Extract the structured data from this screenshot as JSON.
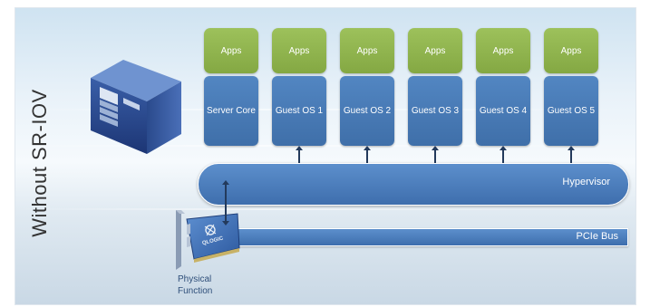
{
  "title": "Without SR-IOV",
  "columns": [
    {
      "apps": "Apps",
      "os": "Server Core",
      "arrow": false
    },
    {
      "apps": "Apps",
      "os": "Guest OS 1",
      "arrow": true
    },
    {
      "apps": "Apps",
      "os": "Guest OS 2",
      "arrow": true
    },
    {
      "apps": "Apps",
      "os": "Guest OS 3",
      "arrow": true
    },
    {
      "apps": "Apps",
      "os": "Guest OS 4",
      "arrow": true
    },
    {
      "apps": "Apps",
      "os": "Guest OS 5",
      "arrow": true
    }
  ],
  "hypervisor": {
    "label": "Hypervisor"
  },
  "pcie_bus": {
    "label": "PCIe Bus"
  },
  "adapter": {
    "brand": "QLOGIC",
    "label": "Physical Function",
    "brand_color": "#e8eef5"
  },
  "server_icon": "server-tower-icon",
  "colors": {
    "apps": "#8db34b",
    "os": "#4a7cb9",
    "bus": "#4a7cb9",
    "arrow": "#233a5c",
    "text": "#333333"
  }
}
